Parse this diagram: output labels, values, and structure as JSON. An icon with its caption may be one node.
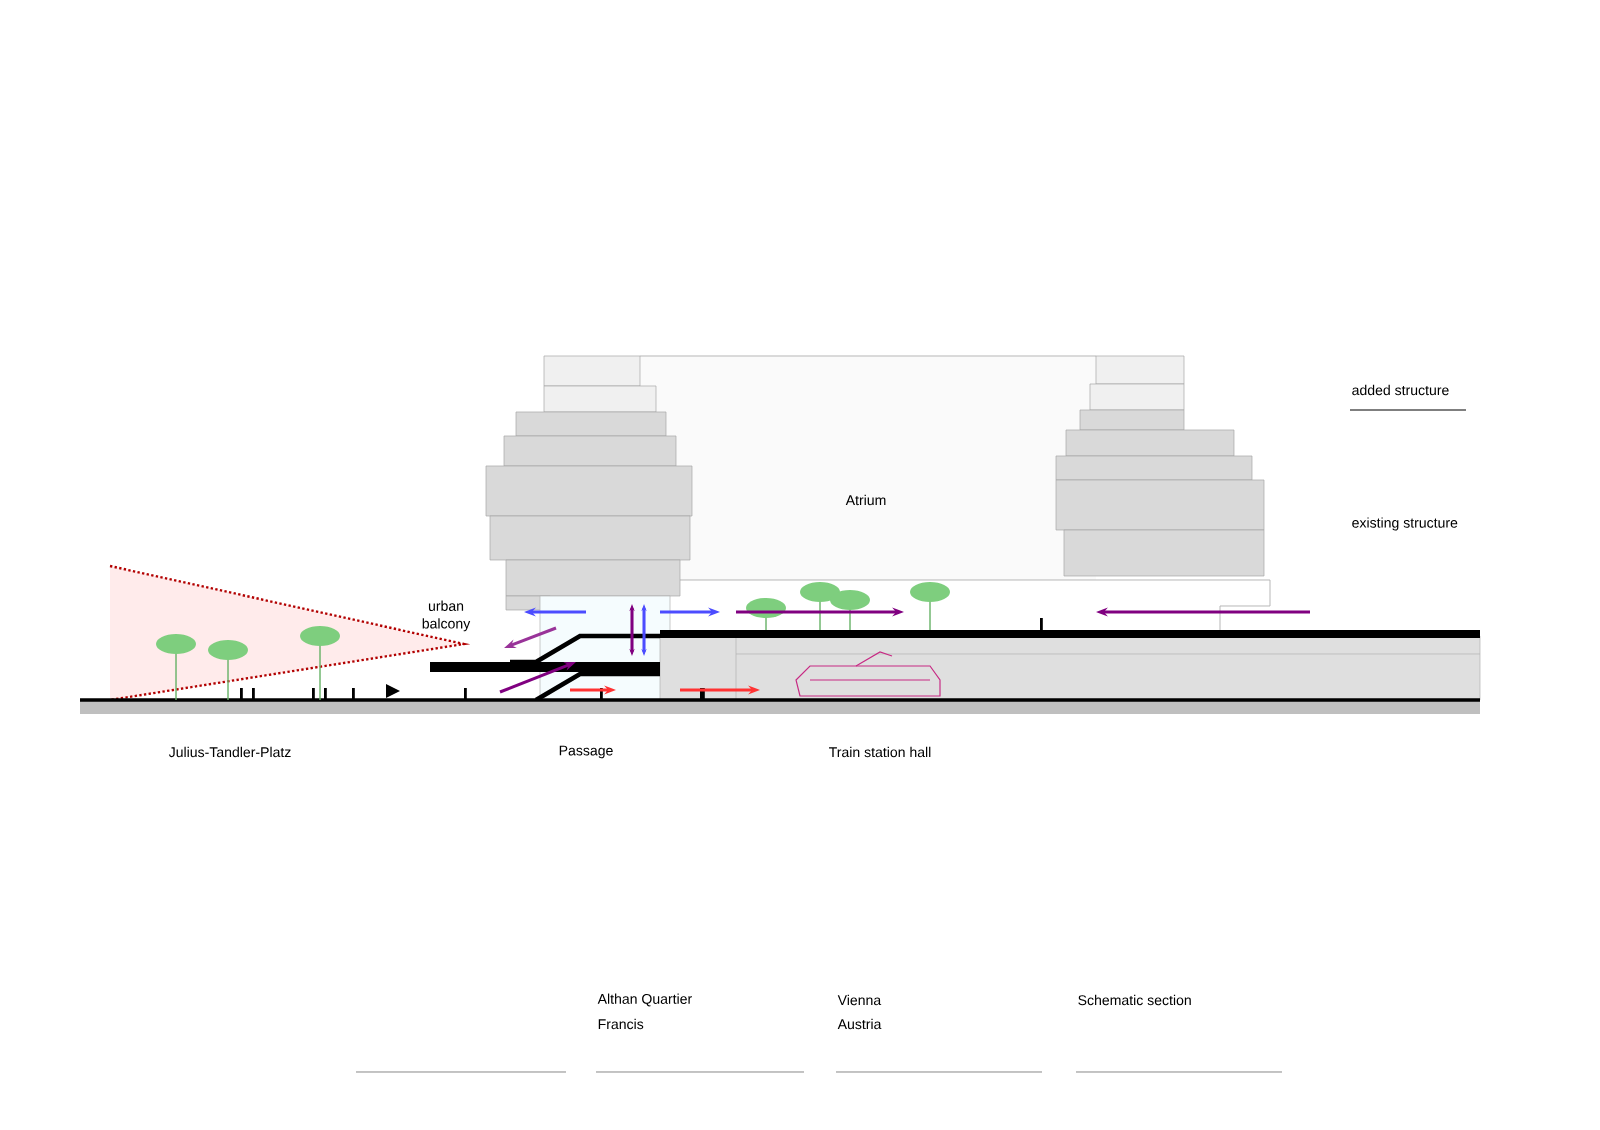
{
  "diagram": {
    "labels": [
      "added structure",
      "Atrium",
      "existing structure",
      "urban balcony",
      "Julius-Tandler-Platz",
      "Passage",
      "Train station hall",
      "Althan Quartier",
      "Francis",
      "Vienna",
      "Austria",
      "Schematic section"
    ]
  }
}
